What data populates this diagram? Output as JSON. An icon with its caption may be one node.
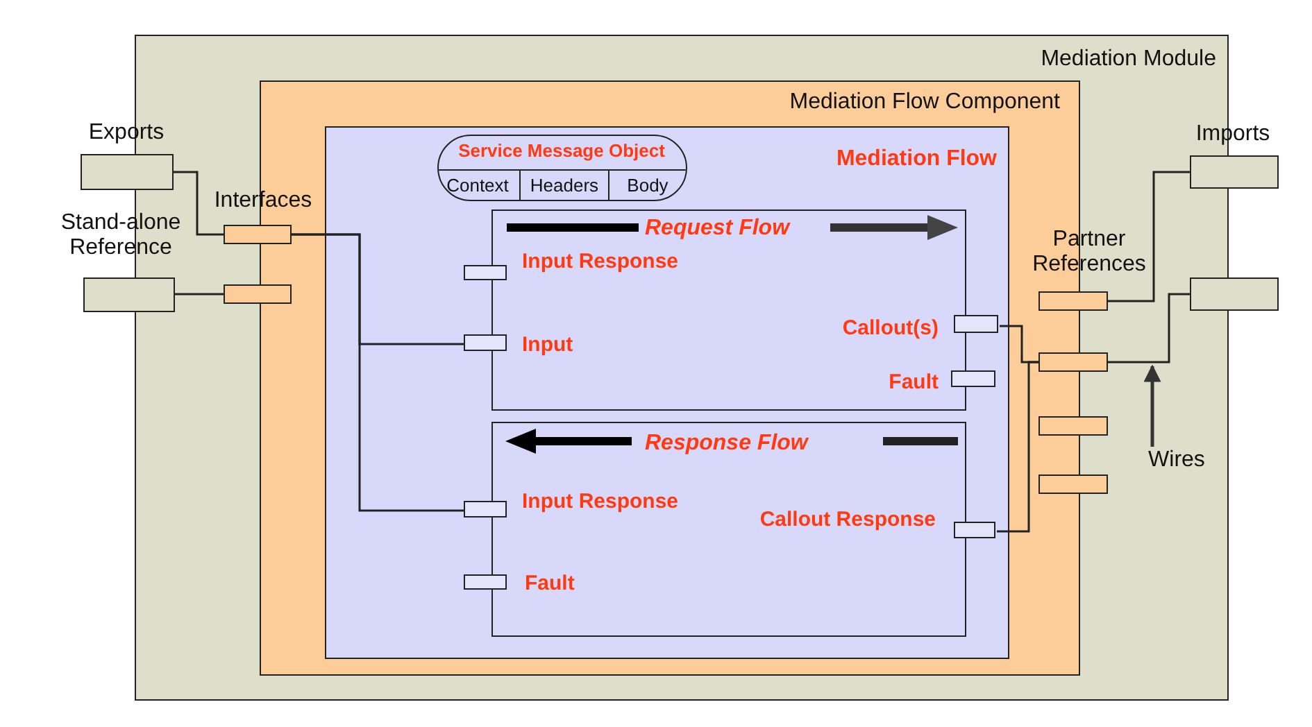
{
  "diagram": {
    "nodes": [
      {
        "text": [
          "Mediation Module"
        ]
      },
      {
        "text": [],
        "shape": "box",
        "beside": [
          "Exports"
        ]
      },
      {
        "text": [],
        "shape": "box",
        "beside": [
          "Stand-alone Reference"
        ]
      },
      {
        "text": [],
        "shape": "box",
        "beside": [
          "Interfaces"
        ],
        "in": 0
      },
      {
        "text": [],
        "shape": "box",
        "in": 0
      },
      {
        "text": [
          "Mediation Flow Component"
        ],
        "in": 0
      },
      {
        "text": [
          "Mediation Flow"
        ],
        "in": 5
      },
      {
        "text": [
          "Service Message Object"
        ],
        "in": 6
      },
      {
        "text": [
          "Context"
        ],
        "in": 7
      },
      {
        "text": [
          "Headers"
        ],
        "in": 7
      },
      {
        "text": [
          "Body"
        ],
        "in": 7
      },
      {
        "text": [
          "Request Flow"
        ],
        "in": 6
      },
      {
        "text": [],
        "shape": "box",
        "in": 6
      },
      {
        "text": [],
        "shape": "box",
        "in": 6
      },
      {
        "text": [],
        "shape": "box",
        "in": 6
      },
      {
        "text": [],
        "shape": "box",
        "in": 6
      },
      {
        "text": [
          "Response Flow"
        ],
        "in": 6
      },
      {
        "text": [],
        "shape": "box",
        "in": 6
      },
      {
        "text": [],
        "shape": "box",
        "in": 6
      },
      {
        "text": [],
        "shape": "box",
        "in": 6
      },
      {
        "text": [],
        "shape": "box",
        "beside": [
          "Partner References"
        ],
        "in": 0
      },
      {
        "text": [],
        "shape": "box",
        "in": 0
      },
      {
        "text": [],
        "shape": "box",
        "in": 0
      },
      {
        "text": [],
        "shape": "box",
        "in": 0
      },
      {
        "text": [],
        "shape": "box",
        "beside": [
          "Imports"
        ]
      },
      {
        "text": [],
        "shape": "box"
      },
      {
        "text": [
          "Wires"
        ],
        "in": 0
      }
    ],
    "edges": [
      {
        "from": 1,
        "to": 3,
        "arrow": "none"
      },
      {
        "from": 2,
        "to": 4,
        "arrow": "none"
      },
      {
        "from": 3,
        "to": 13,
        "arrow": "none"
      },
      {
        "from": 3,
        "to": 17,
        "arrow": "none"
      },
      {
        "from": 14,
        "to": 21,
        "arrow": "none"
      },
      {
        "from": 19,
        "to": 21,
        "arrow": "none"
      },
      {
        "from": 20,
        "to": 24,
        "arrow": "none"
      },
      {
        "from": 21,
        "to": 25,
        "arrow": "none"
      },
      {
        "from": 26,
        "to": null,
        "arrow": "to"
      }
    ],
    "labels": [
      "Input Response",
      "Callout(s)",
      "Input",
      "Fault",
      "Input Response",
      "Callout Response",
      "Fault"
    ]
  }
}
